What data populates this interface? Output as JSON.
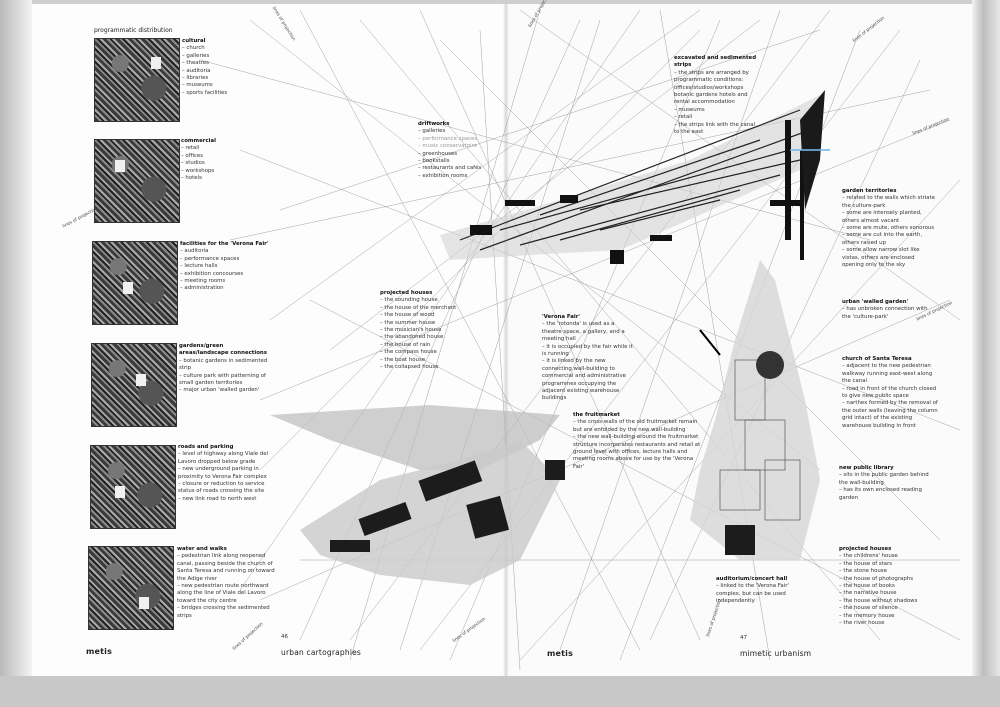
{
  "header": {
    "programmatic_distribution": "programmatic distribution"
  },
  "left_column": [
    {
      "title": "cultural",
      "items": [
        "church",
        "galleries",
        "theatres",
        "auditoria",
        "libraries",
        "museums",
        "sports facilities"
      ]
    },
    {
      "title": "commercial",
      "items": [
        "retail",
        "offices",
        "studios",
        "workshops",
        "hotels"
      ]
    },
    {
      "title": "facilities for the 'Verona Fair'",
      "items": [
        "auditoria",
        "performance spaces",
        "lecture halls",
        "exhibition concourses",
        "meeting rooms",
        "administration"
      ]
    },
    {
      "title": "gardens/green areas/landscape connections",
      "items": [
        "botanic gardens in sedimented strip",
        "culture park with patterning of small garden territories",
        "major urban 'walled garden'"
      ]
    },
    {
      "title": "roads and parking",
      "items": [
        "level of highway along Viale del Lavoro dropped below grade",
        "new underground parking in proximity to Verona Fair complex",
        "closure or reduction to service status of roads crossing the site",
        "new link road to north west"
      ]
    },
    {
      "title": "water and walks",
      "items": [
        "pedestrian link along reopened canal, passing beside the church of Santa Teresa and running on toward the Adige river",
        "new pedestrian route northward along the line of Viale del Lavoro toward the city centre",
        "bridges crossing the sedimented strips"
      ]
    }
  ],
  "driftworks": {
    "title": "driftworks",
    "items": [
      "galleries",
      "performance spaces",
      "music conservatoire",
      "greenhouses",
      "bookstalls",
      "restaurants and cafés",
      "exhibition rooms"
    ]
  },
  "projected_houses_left": {
    "title": "projected houses",
    "items": [
      "the sounding house",
      "the house of the merchant",
      "the house of wood",
      "the summer house",
      "the musician's house",
      "the abandoned house",
      "the house of rain",
      "the compass house",
      "the boat house",
      "the collapsed house"
    ]
  },
  "verona_fair": {
    "title": "'Verona Fair'",
    "items": [
      "the 'rotonda' is used as a theatre space, a gallery, and a meeting hall",
      "it is occupied by the fair while it is running",
      "it is linked by the new connecting wall-building to commercial and administrative programmes occupying the adjacent existing warehouse buildings"
    ]
  },
  "fruitmarket": {
    "title": "the fruitmarket",
    "items": [
      "the cross-walls of the old fruitmarket remain but are enfolded by the new wall-building",
      "the new wall-building around the fruitmarket structure incorporates restaurants and retail at ground level with offices, lecture halls and meeting rooms above for use by the 'Verona Fair'"
    ]
  },
  "excavated": {
    "title": "excavated and sedimented strips",
    "items": [
      "the strips are arranged by programmatic conditions: offices/studios/workshops botanic gardens hotels and rental accommodation",
      "museums",
      "retail",
      "the strips link with the canal to the east"
    ]
  },
  "garden_territories": {
    "title": "garden territories",
    "items": [
      "related to the walls which striate the culture-park",
      "some are intensely planted, others almost vacant",
      "some are mute, others sonorous",
      "some are cut into the earth, others raised up",
      "some allow narrow slot like vistas, others are enclosed opening only to the sky"
    ]
  },
  "walled_garden": {
    "title": "urban 'walled garden'",
    "items": [
      "has unbroken connection with the 'culture-park'"
    ]
  },
  "santa_teresa": {
    "title": "church of Santa Teresa",
    "items": [
      "adjacent to the new pedestrian walkway running east-west along the canal",
      "road in front of the church closed to give new public space",
      "narthex formed by the removal of the outer walls (leaving the column grid intact) of the existing warehouse building in front"
    ]
  },
  "library": {
    "title": "new public library",
    "items": [
      "sits in the public garden behind the wall-building",
      "has its own enclosed reading garden"
    ]
  },
  "projected_houses_right": {
    "title": "projected houses",
    "items": [
      "the childrens' house",
      "the house of stars",
      "the stone house",
      "the house of photographs",
      "the house of books",
      "the narrative house",
      "the house without shadows",
      "the house of silence",
      "the memory house",
      "the river house"
    ]
  },
  "auditorium": {
    "title": "auditorium/concert hall",
    "items": [
      "linked to the 'Verona Fair' complex, but can be used independently"
    ]
  },
  "footer": {
    "left_brand": "metis",
    "left_title": "urban cartographies",
    "left_page": "46",
    "right_brand": "metis",
    "right_title": "mimetic urbanism",
    "right_page": "47"
  },
  "rotated_notes": {
    "projection_line": "lines of projection"
  }
}
